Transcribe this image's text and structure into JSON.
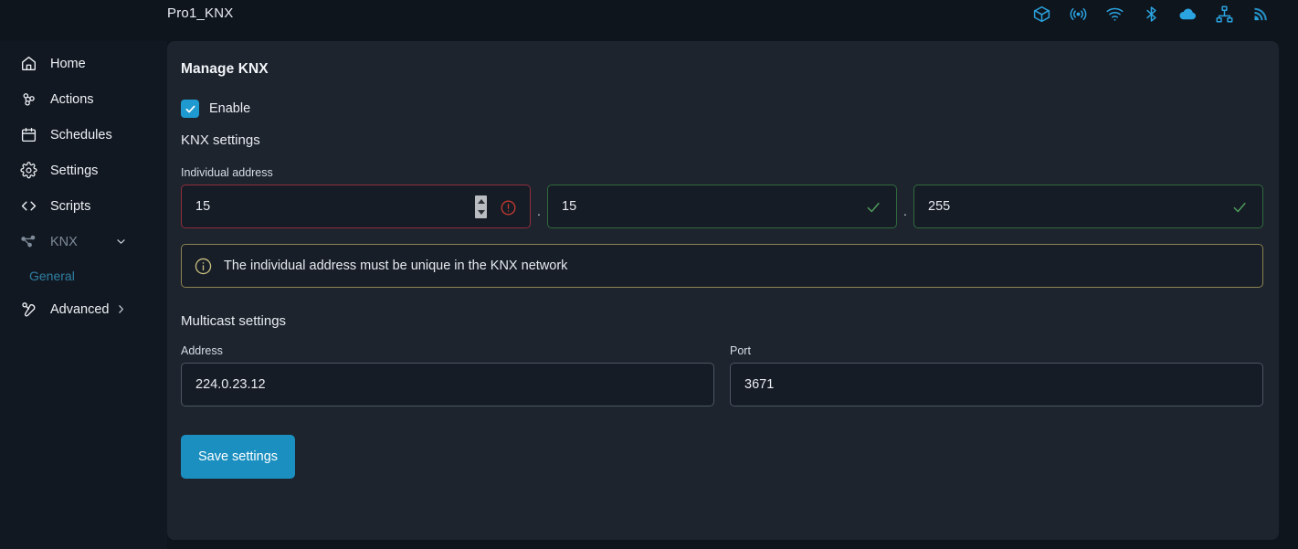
{
  "topbar": {
    "title": "Pro1_KNX",
    "status_icons": [
      {
        "name": "package-icon",
        "label": "package"
      },
      {
        "name": "broadcast-icon",
        "label": "broadcast"
      },
      {
        "name": "wifi-icon",
        "label": "wifi"
      },
      {
        "name": "bluetooth-icon",
        "label": "bluetooth"
      },
      {
        "name": "cloud-icon",
        "label": "cloud"
      },
      {
        "name": "sitemap-icon",
        "label": "network"
      },
      {
        "name": "rss-icon",
        "label": "signal"
      }
    ],
    "icon_color": "#2aa3e0"
  },
  "sidebar": {
    "items": [
      {
        "label": "Home",
        "icon": "home-icon"
      },
      {
        "label": "Actions",
        "icon": "actions-icon"
      },
      {
        "label": "Schedules",
        "icon": "calendar-icon"
      },
      {
        "label": "Settings",
        "icon": "gear-icon"
      },
      {
        "label": "Scripts",
        "icon": "code-icon"
      },
      {
        "label": "KNX",
        "icon": "network-icon",
        "chevron": "chevron-down-icon",
        "muted": true
      },
      {
        "label": "Advanced",
        "icon": "wrench-icon",
        "chevron": "chevron-right-icon"
      }
    ],
    "sub_item": {
      "label": "General",
      "active": true,
      "color": "#2f7fa3"
    }
  },
  "card": {
    "title": "Manage KNX",
    "enable": {
      "label": "Enable",
      "checked": true,
      "accent": "#1f9ad0"
    },
    "knx_settings": {
      "section_label": "KNX settings",
      "individual_address_label": "Individual address",
      "separator": ".",
      "fields": [
        {
          "value": "15",
          "state": "error",
          "border": "#8e2f3c",
          "has_spinner": true,
          "status_icon": "error-circle-icon"
        },
        {
          "value": "15",
          "state": "valid",
          "border": "#2f6b3d",
          "has_spinner": false,
          "status_icon": "check-icon"
        },
        {
          "value": "255",
          "state": "valid",
          "border": "#2f6b3d",
          "has_spinner": false,
          "status_icon": "check-icon"
        }
      ],
      "alert": {
        "icon": "info-circle-icon",
        "text": "The individual address must be unique in the KNX network",
        "border": "#8b8352"
      }
    },
    "multicast": {
      "section_label": "Multicast settings",
      "address_label": "Address",
      "address_value": "224.0.23.12",
      "port_label": "Port",
      "port_value": "3671"
    },
    "save_button": {
      "label": "Save settings",
      "color": "#1a8fc0"
    }
  }
}
